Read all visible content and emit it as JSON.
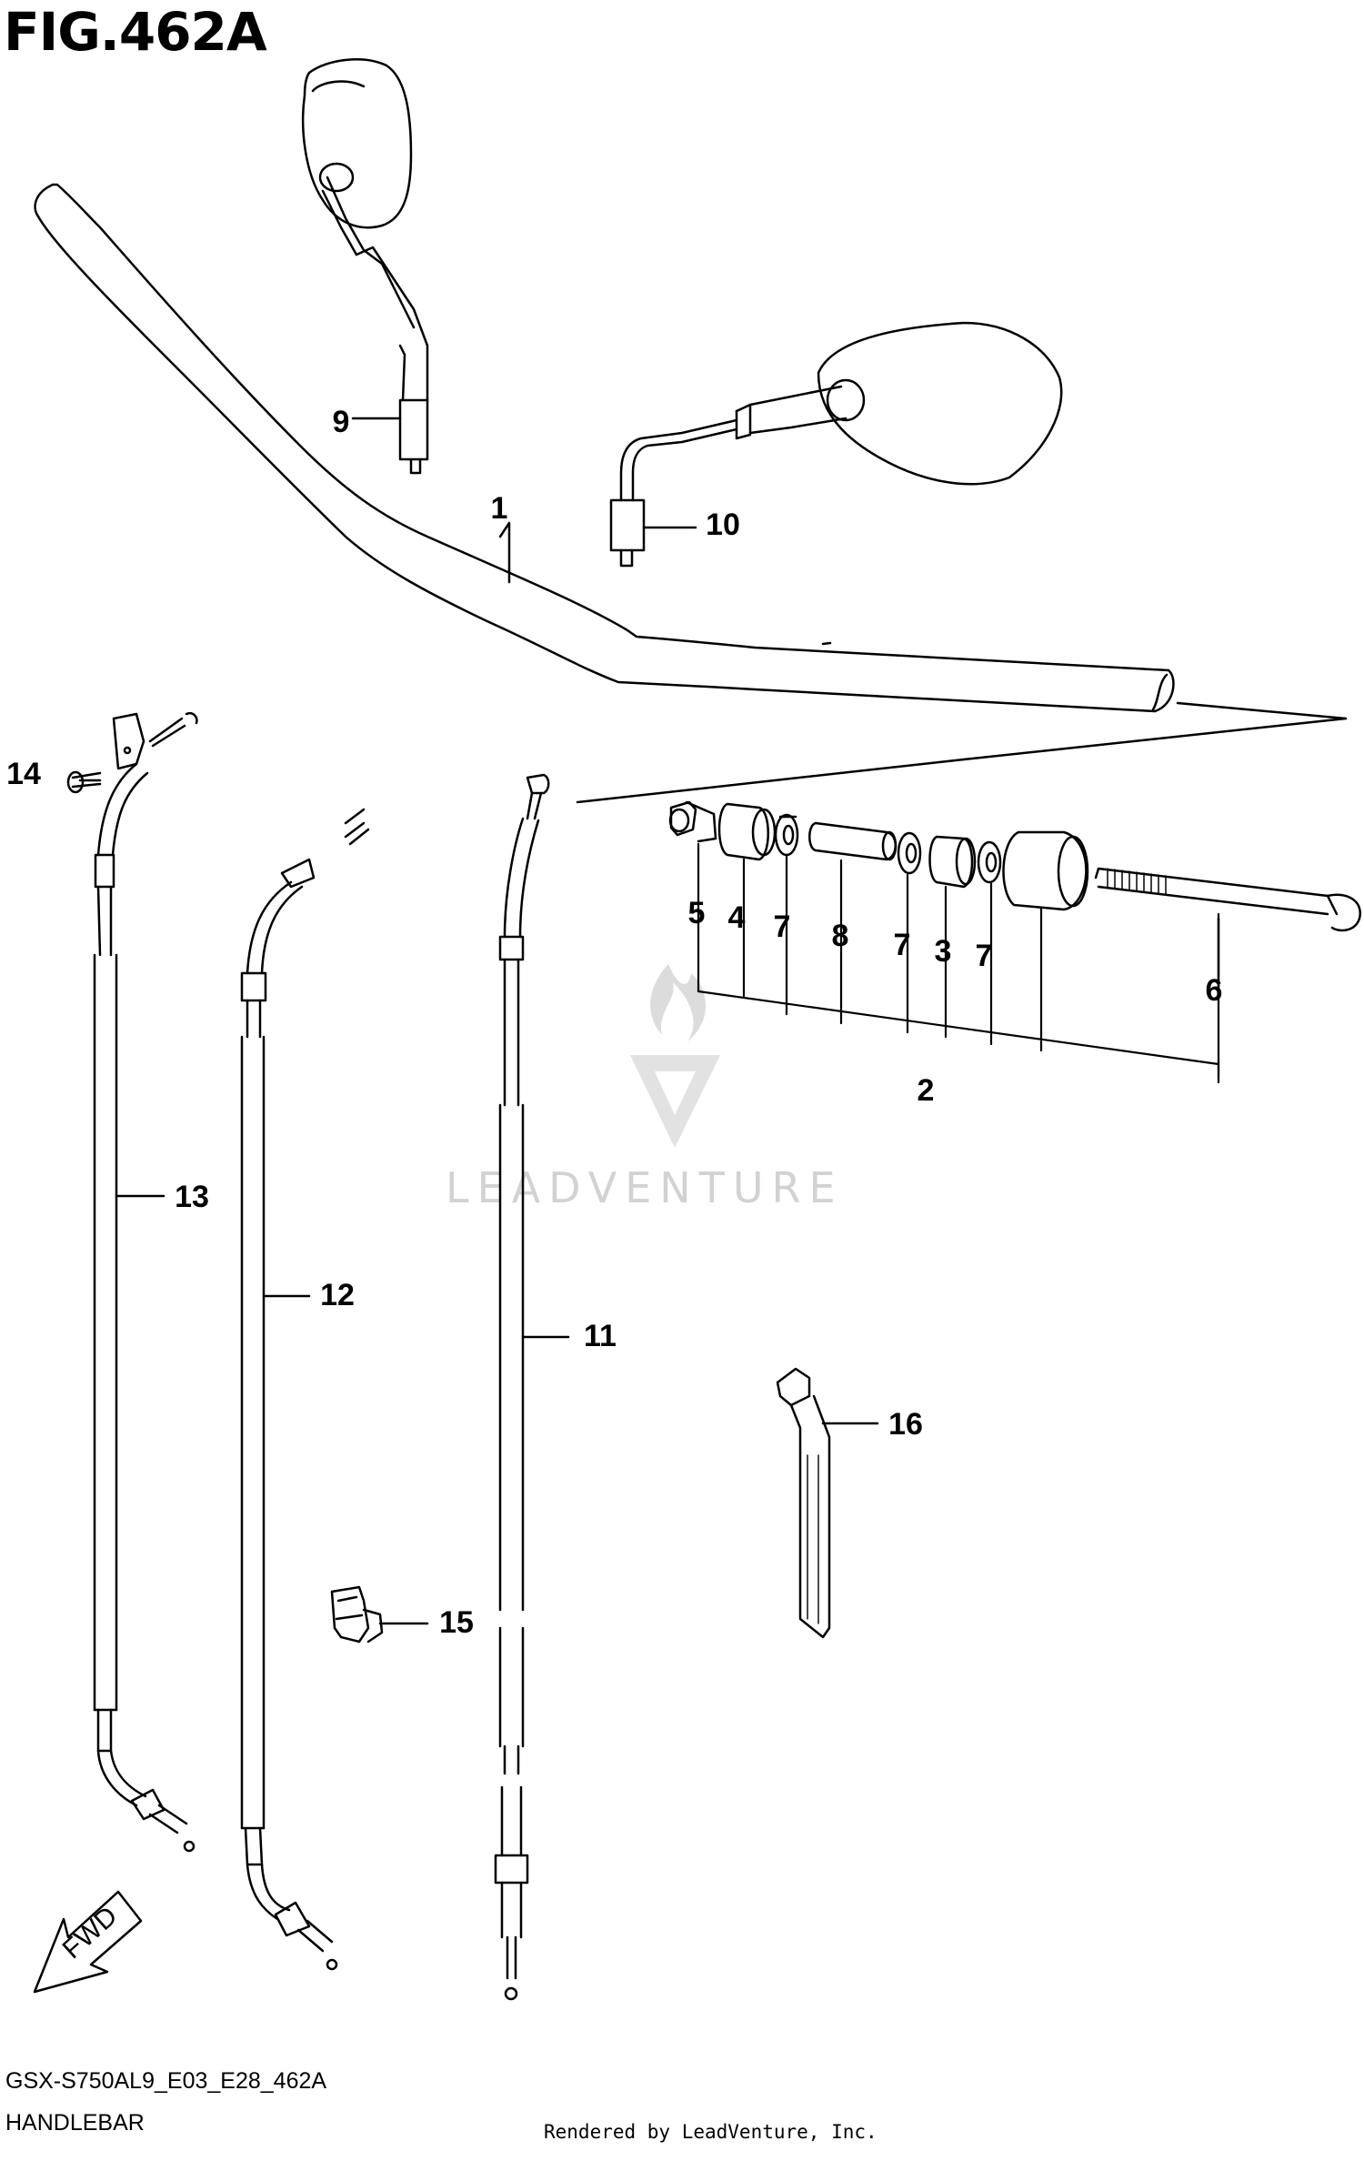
{
  "figure": {
    "title": "FIG.462A"
  },
  "callouts": [
    {
      "id": "1",
      "label": "1"
    },
    {
      "id": "2",
      "label": "2"
    },
    {
      "id": "3",
      "label": "3"
    },
    {
      "id": "4",
      "label": "4"
    },
    {
      "id": "5",
      "label": "5"
    },
    {
      "id": "6",
      "label": "6"
    },
    {
      "id": "7a",
      "label": "7"
    },
    {
      "id": "7b",
      "label": "7"
    },
    {
      "id": "7c",
      "label": "7"
    },
    {
      "id": "8",
      "label": "8"
    },
    {
      "id": "9",
      "label": "9"
    },
    {
      "id": "10",
      "label": "10"
    },
    {
      "id": "11",
      "label": "11"
    },
    {
      "id": "12",
      "label": "12"
    },
    {
      "id": "13",
      "label": "13"
    },
    {
      "id": "14",
      "label": "14"
    },
    {
      "id": "15",
      "label": "15"
    },
    {
      "id": "16",
      "label": "16"
    }
  ],
  "direction_arrow": {
    "label": "FWD"
  },
  "watermark": {
    "text": "LEADVENTURE"
  },
  "footer": {
    "model_code": "GSX-S750AL9_E03_E28_462A",
    "section_name": "HANDLEBAR",
    "rendered_by": "Rendered by LeadVenture, Inc."
  }
}
